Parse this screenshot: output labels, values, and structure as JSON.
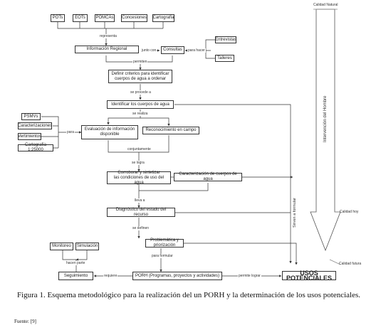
{
  "nodes": {
    "pots": "POTs",
    "eots": "EOTs",
    "pomcas": "POMCAs",
    "concesiones": "Concesiones",
    "cartografia": "Cartografía",
    "info_regional": "Información Regional",
    "consultas": "Consultas",
    "entrevistas": "Entrevistas",
    "talleres": "Talleres",
    "definir_criterios": "Definir criterios para identificar\ncuerpos de agua a ordenar",
    "identificar": "Identificar los cuerpos de agua",
    "psmvs": "PSMVs",
    "caracterizaciones": "Caracterizaciones",
    "vertimientos": "Vertimientos",
    "cartografia_25000": "Cartografía 1:25000",
    "evaluacion": "Evaluación de información\ndisponible",
    "reconocimiento": "Reconocimiento en campo",
    "corroborar": "Corroborar y sintetizar\nlas condiciones de uso del agua",
    "caracterizacion": "Caracterización de cuerpos de agua",
    "diagnostico": "Diagnóstico del estado del recurso",
    "problematica": "Problemática y priorización",
    "monitoreo": "Monitoreo",
    "simulacion": "Simulación",
    "seguimiento": "Seguimiento",
    "porh": "PORH (Programas, proyectos y actividades)",
    "usos": "USOS POTENCIALES"
  },
  "edge_labels": {
    "representa": "representa",
    "junto_con": "junto con",
    "para_hacer": "para hacer",
    "permiten": "permiten",
    "se_procede_a": "se procede a",
    "se_realiza": "se realiza",
    "para": "para",
    "conjuntamente": "conjuntamente",
    "se_logra": "se logra",
    "lleva_a": "lleva a",
    "se_definen": "se definen",
    "para_formular": "para formular",
    "hacen_parte": "hacen parte",
    "requiere": "requiere",
    "permite_lograr": "permite lograr",
    "sirven_a_formular": "Sirven a formular"
  },
  "side_labels": {
    "calidad_natural": "Calidad Natural",
    "calidad_hoy": "Calidad hoy",
    "calidad_futura": "Calidad futura",
    "intervencion": "Intervención del Hombre"
  },
  "caption": {
    "figure_number": "Figura 1.",
    "text": "Esquema metodológico para la realización del un PORH y la determinación de los usos potenciales."
  },
  "source": "Fuente: [9]",
  "colors": {
    "stroke": "#333333",
    "arrow_fill": "#ffffff"
  }
}
